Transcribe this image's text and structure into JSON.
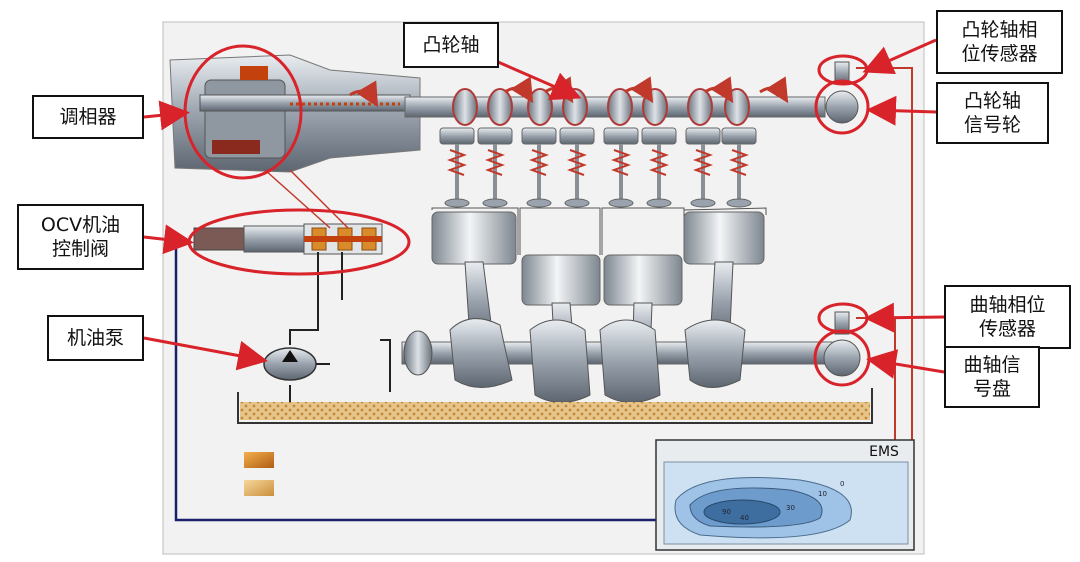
{
  "labels": {
    "camshaft": "凸轮轴",
    "phaser": "调相器",
    "ocv_valve": "OCV机油\n控制阀",
    "oil_pump": "机油泵",
    "cam_position_sensor": "凸轮轴相\n位传感器",
    "cam_signal_wheel": "凸轮轴\n信号轮",
    "crank_position_sensor": "曲轴相位\n传感器",
    "crank_signal_disc": "曲轴信\n号盘"
  },
  "ecu": {
    "title": "EMS",
    "map_values": [
      "0",
      "10",
      "30",
      "40",
      "90"
    ]
  },
  "colors": {
    "highlight_red": "#d8232a",
    "wire_red": "#c0392b",
    "wire_navy": "#1a1f6e",
    "oil_tan": "#d9b27a",
    "metal_gray": "#9aa3ad",
    "background_panel": "#f2f2f2"
  },
  "icons": {
    "rotation_arrows": "curved-arrow-icon",
    "pump_symbol": "pump-icon"
  }
}
